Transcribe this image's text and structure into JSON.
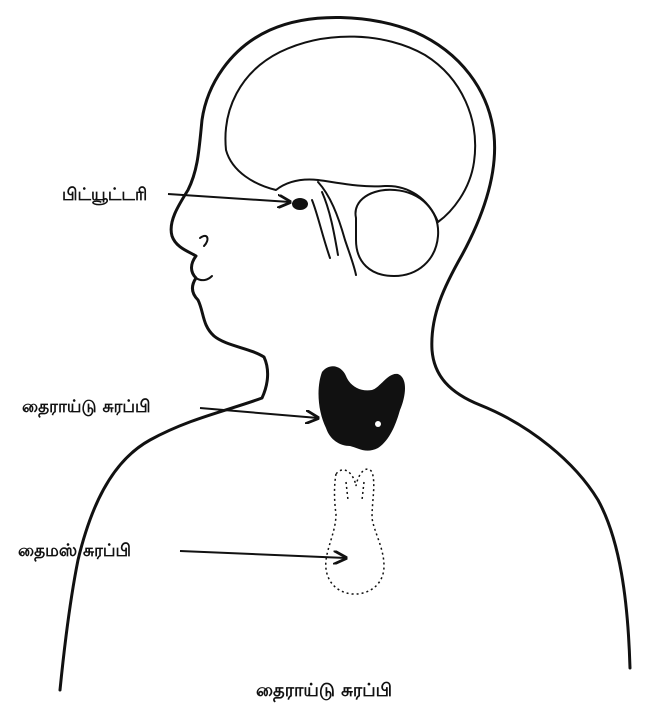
{
  "labels": {
    "pituitary": "பிட்யூட்டரி",
    "thyroid_gland": "தைராய்டு சுரப்பி",
    "thymus_gland": "தைமஸ் சுரப்பி"
  },
  "caption": "தைராய்டு சுரப்பி",
  "colors": {
    "ink": "#111111",
    "background": "#ffffff"
  }
}
